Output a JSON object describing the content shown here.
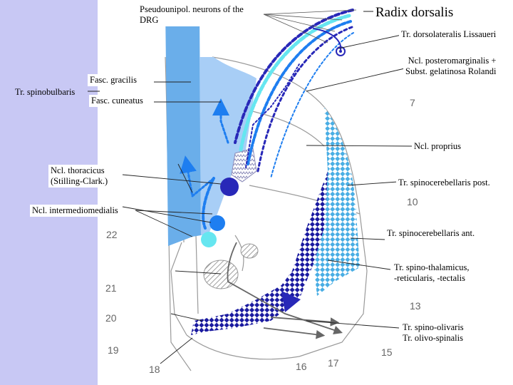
{
  "labels": {
    "pseudounipolar": "Pseudounipol. neurons of the\nDRG",
    "radix_dorsalis": "Radix dorsalis",
    "tr_dorsolateralis": "Tr. dorsolateralis Lissaueri",
    "ncl_posteromarginalis": "Ncl. posteromarginalis +\nSubst. gelatinosa Rolandi",
    "fasc_gracilis": "Fasc. gracilis",
    "fasc_cuneatus": "Fasc. cuneatus",
    "tr_spinobulbaris": "Tr. spinobulbaris",
    "ncl_proprius": "Ncl. proprius",
    "ncl_thoracicus": "Ncl. thoracicus\n(Stilling-Clark.)",
    "tr_spinocerebellaris_post": "Tr. spinocerebellaris post.",
    "ncl_intermediomedialis": "Ncl. intermediomedialis",
    "tr_spinocerebellaris_ant": "Tr. spinocerebellaris ant.",
    "tr_spinothalamicus": "Tr. spino-thalamicus,\n-reticularis, -tectalis",
    "tr_spinoolivaris": "Tr. spino-olivaris\nTr. olivo-spinalis"
  },
  "numbers": [
    "7",
    "10",
    "22",
    "21",
    "20",
    "19",
    "18",
    "16",
    "17",
    "15",
    "13"
  ],
  "colors": {
    "background": "#c8c8f4",
    "fasc_gracilis": "#6aaeea",
    "fasc_cuneatus": "#a8cef6",
    "dark_blue": "#2828b8",
    "medium_blue": "#1e7ef0",
    "cyan": "#66e6f0",
    "checker_light": "#4aaee4",
    "checker_dark": "#1a1aa0"
  }
}
